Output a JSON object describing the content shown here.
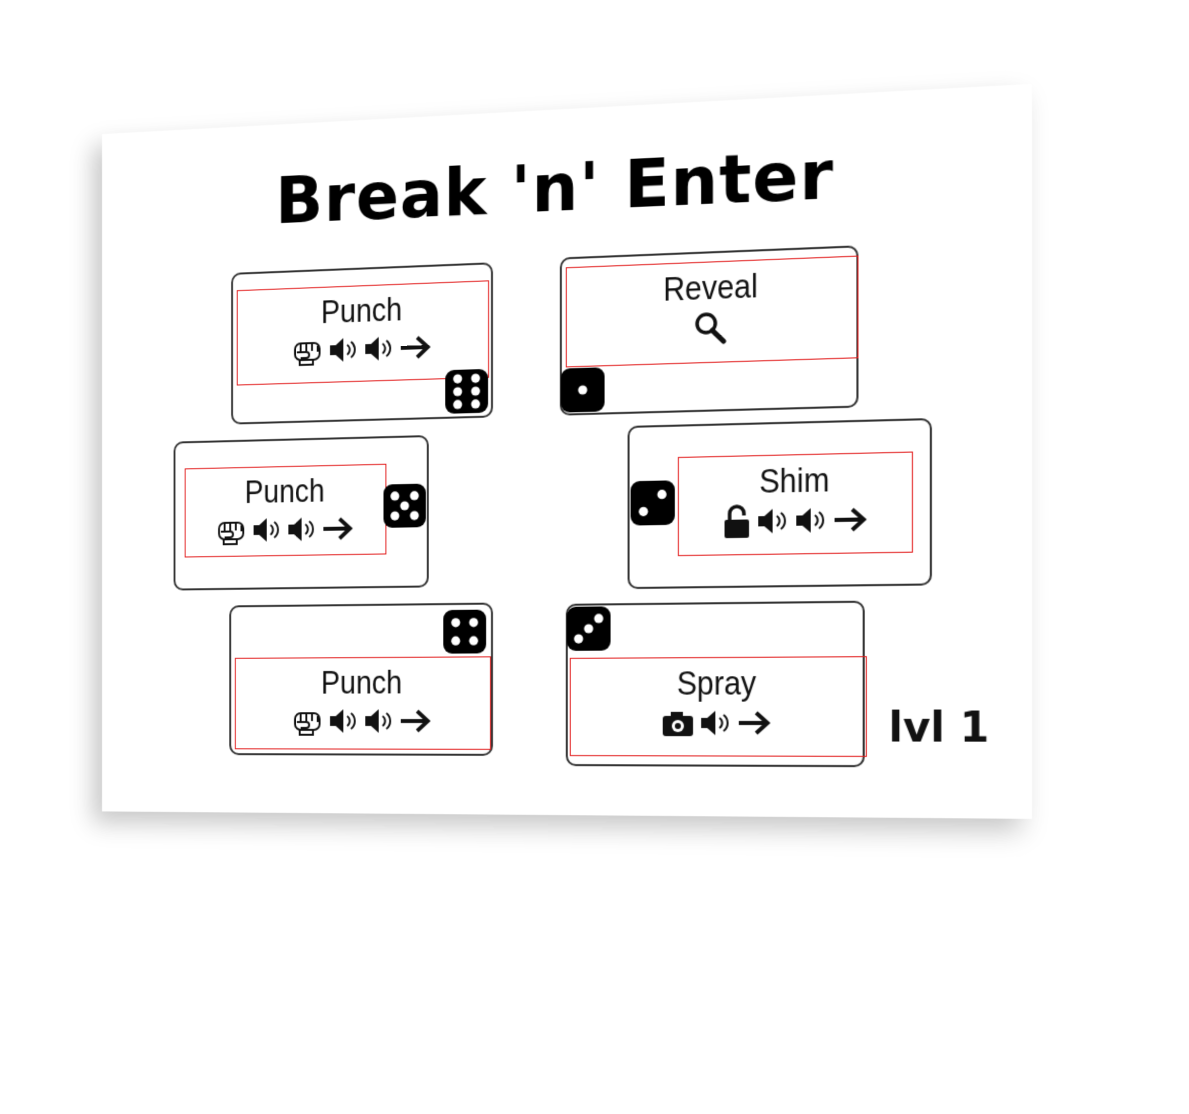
{
  "title": "Break 'n' Enter",
  "level": "lvl 1",
  "cards": [
    {
      "action": "Punch",
      "icons": [
        "fist-icon",
        "sound-icon",
        "sound-icon",
        "arrow-right-icon"
      ],
      "die": 6
    },
    {
      "action": "Reveal",
      "icons": [
        "magnifier-icon"
      ],
      "die": 1
    },
    {
      "action": "Punch",
      "icons": [
        "fist-icon",
        "sound-icon",
        "sound-icon",
        "arrow-right-icon"
      ],
      "die": 5
    },
    {
      "action": "Shim",
      "icons": [
        "unlock-icon",
        "sound-icon",
        "sound-icon",
        "arrow-right-icon"
      ],
      "die": 2
    },
    {
      "action": "Punch",
      "icons": [
        "fist-icon",
        "sound-icon",
        "sound-icon",
        "arrow-right-icon"
      ],
      "die": 4
    },
    {
      "action": "Spray",
      "icons": [
        "camera-icon",
        "sound-icon",
        "arrow-right-icon"
      ],
      "die": 3
    }
  ],
  "colors": {
    "card_border": "#333333",
    "action_border": "#e21b1b",
    "die": "#000000"
  }
}
